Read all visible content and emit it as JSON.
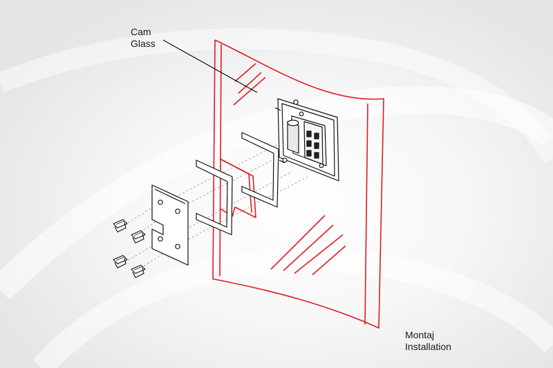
{
  "callouts": {
    "glass": {
      "line1": "Cam",
      "line2": "Glass"
    },
    "installation": {
      "line1": "Montaj",
      "line2": "Installation"
    }
  },
  "colors": {
    "glass_outline": "#e0191f",
    "line_art": "#111111",
    "background": "#f2f2f3"
  }
}
